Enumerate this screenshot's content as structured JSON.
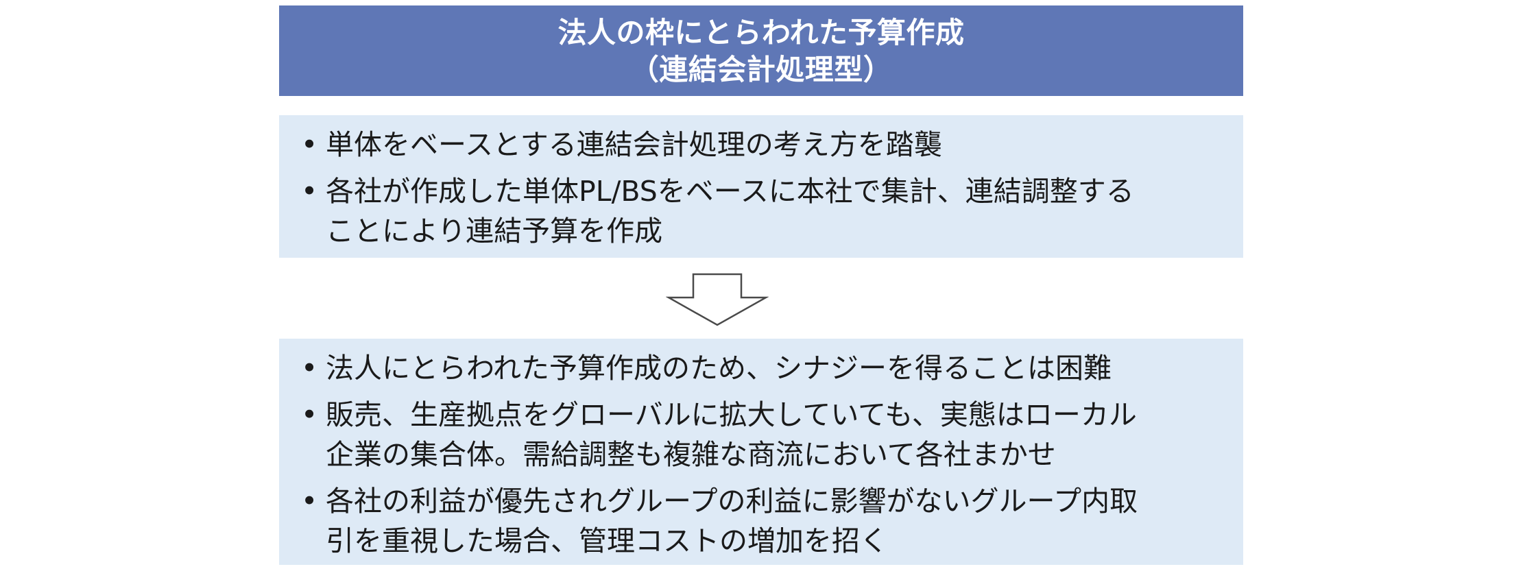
{
  "header": {
    "title": "法人の枠にとらわれた予算作成",
    "subtitle": "（連結会計処理型）"
  },
  "top_panel": {
    "items": [
      {
        "text": "単体をベースとする連結会計処理の考え方を踏襲"
      },
      {
        "text": "各社が作成した単体PL/BSをベースに本社で集計、連結調整する\nことにより連結予算を作成"
      }
    ]
  },
  "bottom_panel": {
    "items": [
      {
        "text": "法人にとらわれた予算作成のため、シナジーを得ることは困難"
      },
      {
        "text": "販売、生産拠点をグローバルに拡大していても、実態はローカル\n企業の集合体。需給調整も複雑な商流において各社まかせ"
      },
      {
        "text": "各社の利益が優先されグループの利益に影響がないグループ内取\n引を重視した場合、管理コストの増加を招く"
      }
    ]
  },
  "bullet_symbol": "•",
  "colors": {
    "header_bg": "#5f77b6",
    "panel_bg": "#deeaf6",
    "arrow_stroke": "#4a4a4a"
  },
  "icons": {
    "flow_arrow": "down-arrow-icon"
  }
}
